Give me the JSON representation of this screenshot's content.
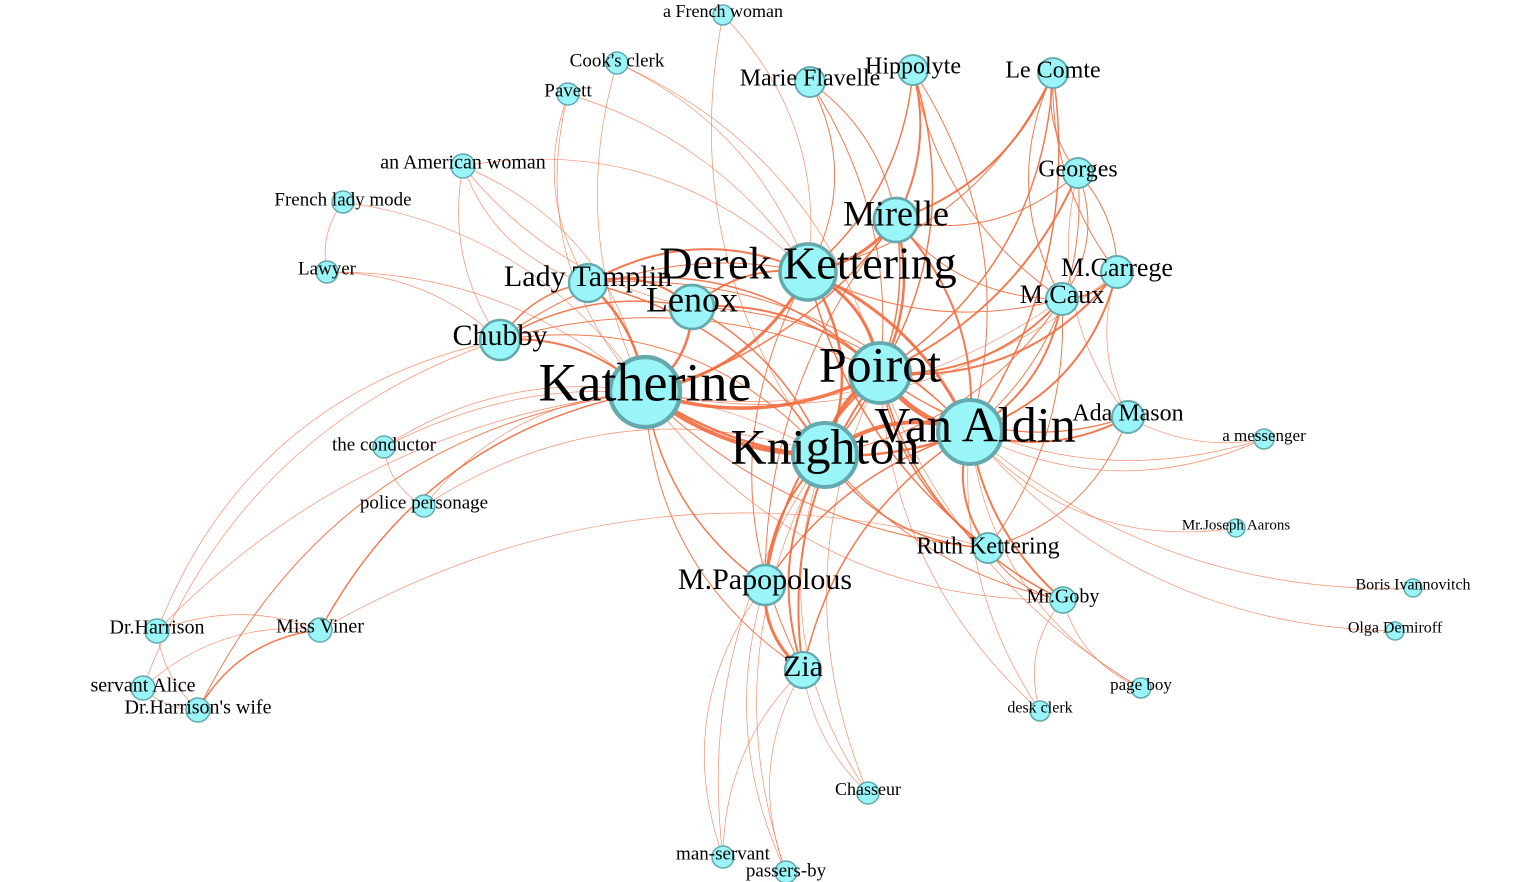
{
  "diagram": {
    "type": "network",
    "colors": {
      "node_fill": "#99f5f7",
      "node_stroke": "#63a9ad",
      "edge": "#f26a3c",
      "label": "#000000"
    },
    "nodes": [
      {
        "id": "poirot",
        "label": "Poirot"
      },
      {
        "id": "katherine",
        "label": "Katherine"
      },
      {
        "id": "vanaldin",
        "label": "Van Aldin"
      },
      {
        "id": "knighton",
        "label": "Knighton"
      },
      {
        "id": "derek",
        "label": "Derek Kettering"
      },
      {
        "id": "mirelle",
        "label": "Mirelle"
      },
      {
        "id": "lenox",
        "label": "Lenox"
      },
      {
        "id": "tamplin",
        "label": "Lady Tamplin"
      },
      {
        "id": "chubby",
        "label": "Chubby"
      },
      {
        "id": "papopolous",
        "label": "M.Papopolous"
      },
      {
        "id": "zia",
        "label": "Zia"
      },
      {
        "id": "ruth",
        "label": "Ruth Kettering"
      },
      {
        "id": "caux",
        "label": "M.Caux"
      },
      {
        "id": "carrege",
        "label": "M.Carrege"
      },
      {
        "id": "georges",
        "label": "Georges"
      },
      {
        "id": "hippolyte",
        "label": "Hippolyte"
      },
      {
        "id": "lecomte",
        "label": "Le Comte"
      },
      {
        "id": "flavelle",
        "label": "Marie Flavelle"
      },
      {
        "id": "adamason",
        "label": "Ada Mason"
      },
      {
        "id": "goby",
        "label": "Mr.Goby"
      },
      {
        "id": "viner",
        "label": "Miss Viner"
      },
      {
        "id": "drharrison",
        "label": "Dr.Harrison"
      },
      {
        "id": "alice",
        "label": "servant Alice"
      },
      {
        "id": "hwife",
        "label": "Dr.Harrison's wife"
      },
      {
        "id": "conductor",
        "label": "the conductor"
      },
      {
        "id": "police",
        "label": "police personage"
      },
      {
        "id": "lawyer",
        "label": "Lawyer"
      },
      {
        "id": "frenchlady",
        "label": "French lady mode"
      },
      {
        "id": "american",
        "label": "an American woman"
      },
      {
        "id": "pavett",
        "label": "Pavett"
      },
      {
        "id": "cook",
        "label": "Cook's clerk"
      },
      {
        "id": "frenchwoman",
        "label": "a French woman"
      },
      {
        "id": "messenger",
        "label": "a messenger"
      },
      {
        "id": "aarons",
        "label": "Mr.Joseph Aarons"
      },
      {
        "id": "boris",
        "label": "Boris Ivannovitch"
      },
      {
        "id": "olga",
        "label": "Olga Demiroff"
      },
      {
        "id": "pageboy",
        "label": "page boy"
      },
      {
        "id": "desk",
        "label": "desk clerk"
      },
      {
        "id": "chasseur",
        "label": "Chasseur"
      },
      {
        "id": "manservant",
        "label": "man-servant"
      },
      {
        "id": "passers",
        "label": "passers-by"
      }
    ]
  }
}
